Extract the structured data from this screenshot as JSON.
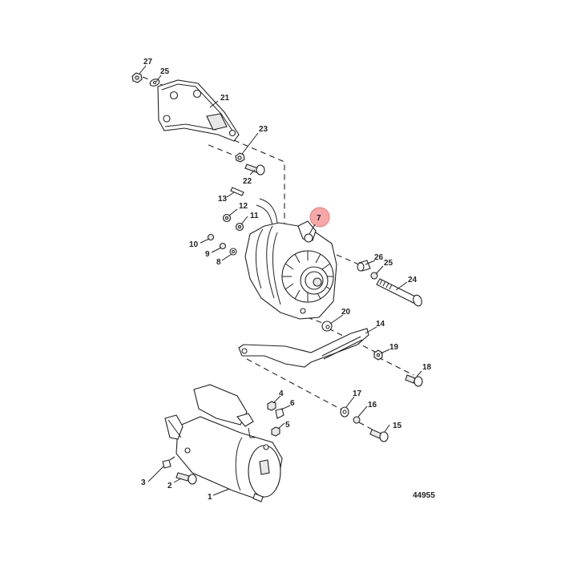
{
  "diagram": {
    "type": "exploded parts view",
    "subject": "Alternator and starter motor mounting",
    "figure_number": "44955",
    "highlight": {
      "part": "7",
      "color": "#f08080"
    },
    "callouts": [
      {
        "id": "c27",
        "label": "27",
        "part": "nut"
      },
      {
        "id": "c25a",
        "label": "25",
        "part": "washer"
      },
      {
        "id": "c21",
        "label": "21",
        "part": "mounting bracket"
      },
      {
        "id": "c23",
        "label": "23",
        "part": "washer"
      },
      {
        "id": "c22",
        "label": "22",
        "part": "bolt"
      },
      {
        "id": "c13",
        "label": "13",
        "part": "pin"
      },
      {
        "id": "c12",
        "label": "12",
        "part": "nut"
      },
      {
        "id": "c11",
        "label": "11",
        "part": "nut"
      },
      {
        "id": "c10",
        "label": "10",
        "part": "nut"
      },
      {
        "id": "c9",
        "label": "9",
        "part": "lockwasher"
      },
      {
        "id": "c8",
        "label": "8",
        "part": "washer"
      },
      {
        "id": "c7",
        "label": "7",
        "part": "alternator"
      },
      {
        "id": "c26",
        "label": "26",
        "part": "spacer"
      },
      {
        "id": "c25b",
        "label": "25",
        "part": "washer"
      },
      {
        "id": "c24",
        "label": "24",
        "part": "bolt"
      },
      {
        "id": "c20",
        "label": "20",
        "part": "spacer"
      },
      {
        "id": "c14",
        "label": "14",
        "part": "adjusting brace"
      },
      {
        "id": "c19",
        "label": "19",
        "part": "washer"
      },
      {
        "id": "c18",
        "label": "18",
        "part": "bolt"
      },
      {
        "id": "c4",
        "label": "4",
        "part": "nut"
      },
      {
        "id": "c6",
        "label": "6",
        "part": "terminal"
      },
      {
        "id": "c5",
        "label": "5",
        "part": "nut"
      },
      {
        "id": "c17",
        "label": "17",
        "part": "washer"
      },
      {
        "id": "c16",
        "label": "16",
        "part": "lockwasher"
      },
      {
        "id": "c15",
        "label": "15",
        "part": "bolt"
      },
      {
        "id": "c3",
        "label": "3",
        "part": "clip"
      },
      {
        "id": "c2",
        "label": "2",
        "part": "bolt"
      },
      {
        "id": "c1",
        "label": "1",
        "part": "starter motor"
      }
    ]
  }
}
